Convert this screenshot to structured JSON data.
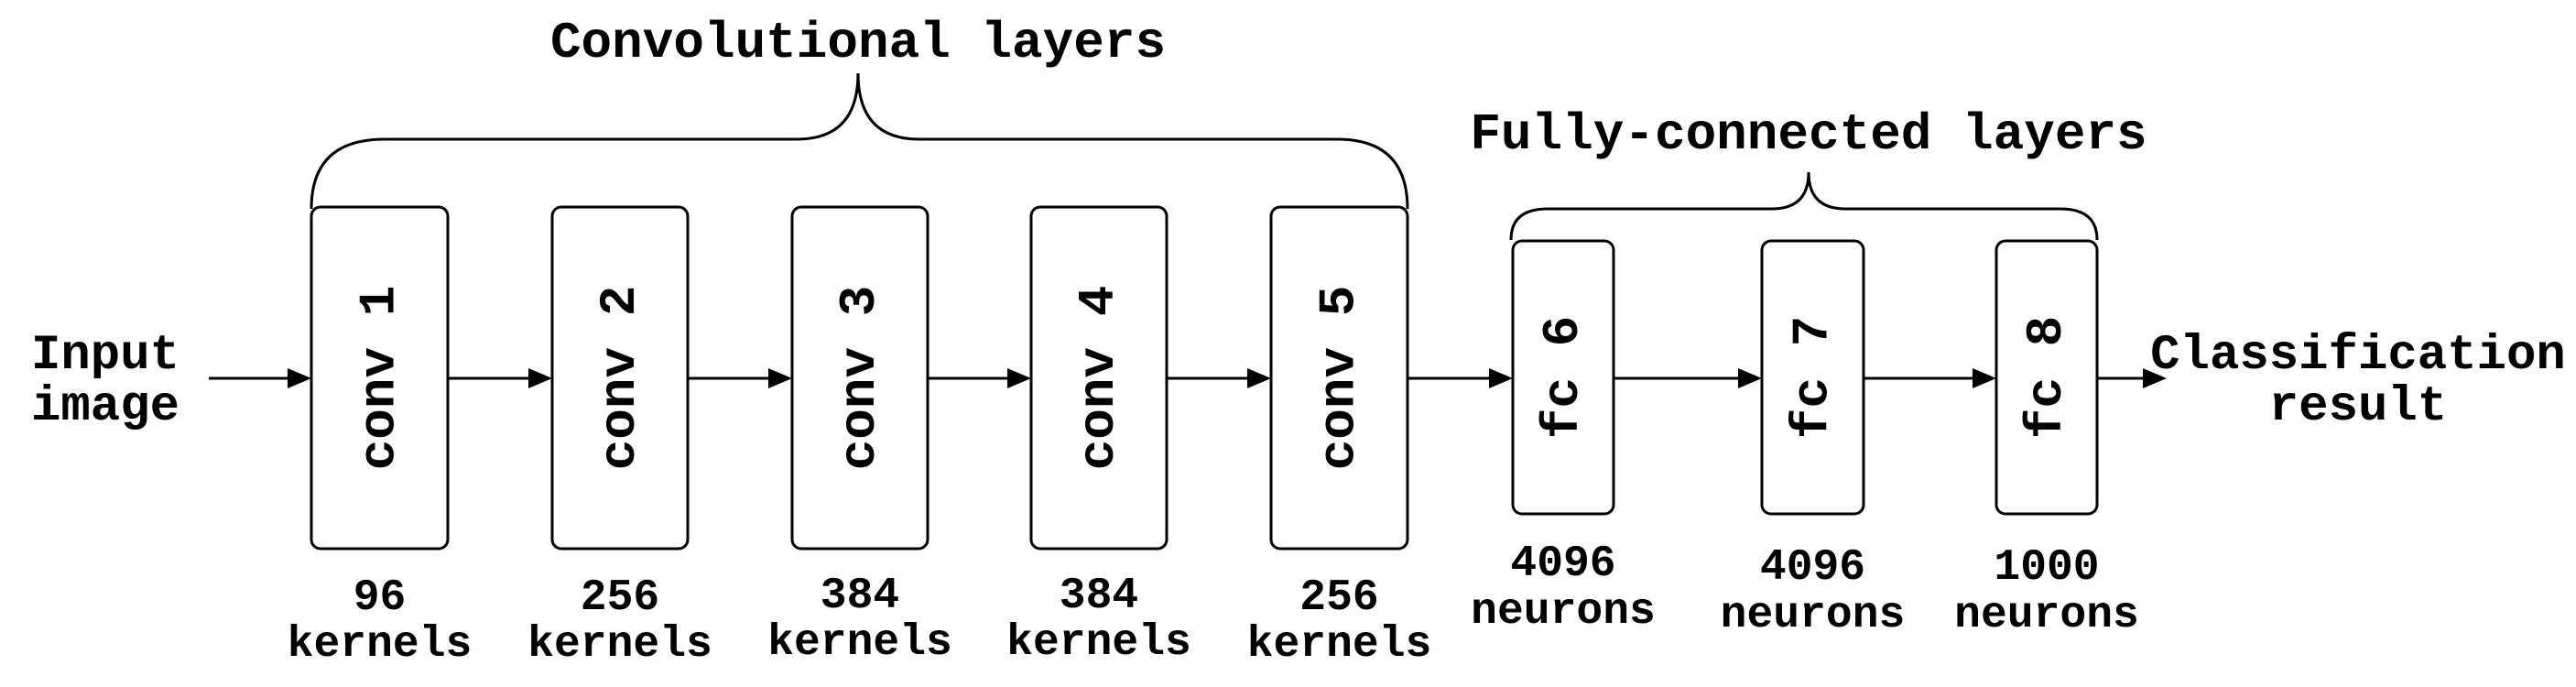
{
  "diagram": {
    "conv_group_label": "Convolutional layers",
    "fc_group_label": "Fully-connected layers",
    "input_label": [
      "Input",
      "image"
    ],
    "output_label": [
      "Classification",
      "result"
    ],
    "conv_layers": [
      {
        "name": "conv 1",
        "count": "96",
        "unit": "kernels"
      },
      {
        "name": "conv 2",
        "count": "256",
        "unit": "kernels"
      },
      {
        "name": "conv 3",
        "count": "384",
        "unit": "kernels"
      },
      {
        "name": "conv 4",
        "count": "384",
        "unit": "kernels"
      },
      {
        "name": "conv 5",
        "count": "256",
        "unit": "kernels"
      }
    ],
    "fc_layers": [
      {
        "name": "fc 6",
        "count": "4096",
        "unit": "neurons"
      },
      {
        "name": "fc 7",
        "count": "4096",
        "unit": "neurons"
      },
      {
        "name": "fc 8",
        "count": "1000",
        "unit": "neurons"
      }
    ]
  }
}
